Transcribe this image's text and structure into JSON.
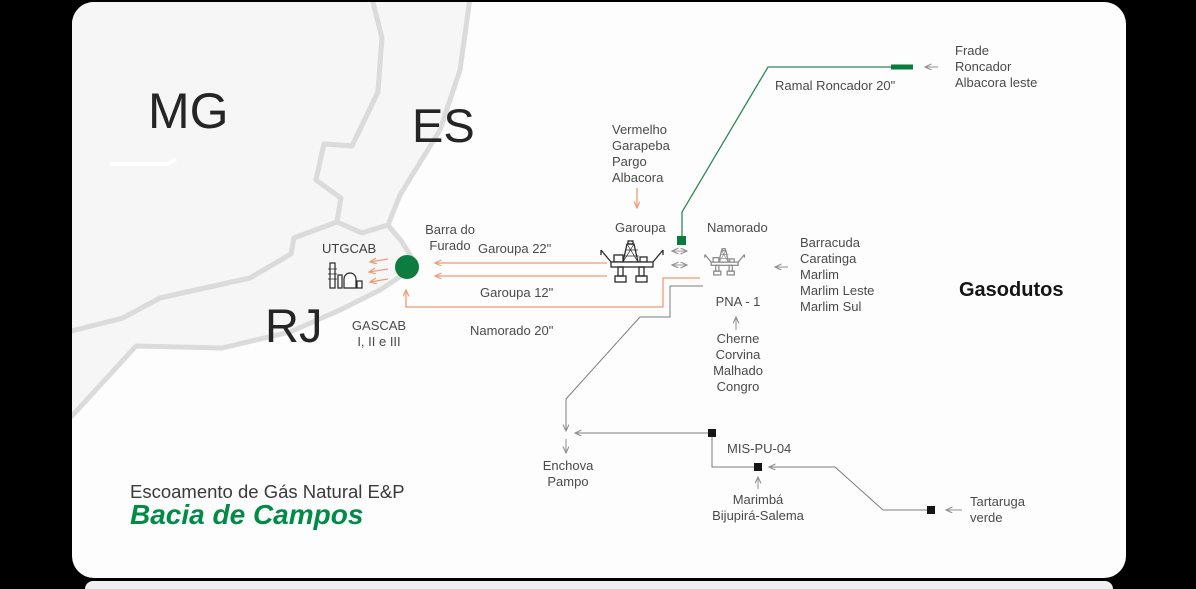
{
  "map": {
    "mg": "MG",
    "es": "ES",
    "rj": "RJ"
  },
  "header": {
    "section": "Gasodutos"
  },
  "footer": {
    "subtitle": "Escoamento de Gás Natural E&P",
    "title": "Bacia de Campos"
  },
  "plants": {
    "utgcab": "UTGCAB",
    "gascab_line1": "GASCAB",
    "gascab_line2": "I, II e III",
    "barra_line1": "Barra do",
    "barra_line2": "Furado"
  },
  "platforms": {
    "garoupa": "Garoupa",
    "namorado": "Namorado",
    "pna1": "PNA - 1",
    "mispu04": "MIS-PU-04"
  },
  "pipelines": {
    "ramal": "Ramal Roncador 20\"",
    "g22": "Garoupa 22\"",
    "g12": "Garoupa 12\"",
    "n20": "Namorado 20\""
  },
  "fields": {
    "north": [
      "Frade",
      "Roncador",
      "Albacora leste"
    ],
    "garoupa": [
      "Vermelho",
      "Garapeba",
      "Pargo",
      "Albacora"
    ],
    "namorado": [
      "Barracuda",
      "Caratinga",
      "Marlim",
      "Marlim Leste",
      "Marlim Sul"
    ],
    "pna": [
      "Cherne",
      "Corvina",
      "Malhado",
      "Congro"
    ],
    "enchova": [
      "Enchova",
      "Pampo"
    ],
    "marimba": [
      "Marimbá",
      "Bijupirá-Salema"
    ],
    "tartaruga": [
      "Tartaruga",
      "verde"
    ]
  },
  "colors": {
    "brand_green": "#008c47",
    "pipeline_green": "#2b8a55",
    "terminal_green": "#0c7d3e",
    "pipeline_orange": "#f09a72",
    "pipeline_gray": "#7d7d7d"
  }
}
